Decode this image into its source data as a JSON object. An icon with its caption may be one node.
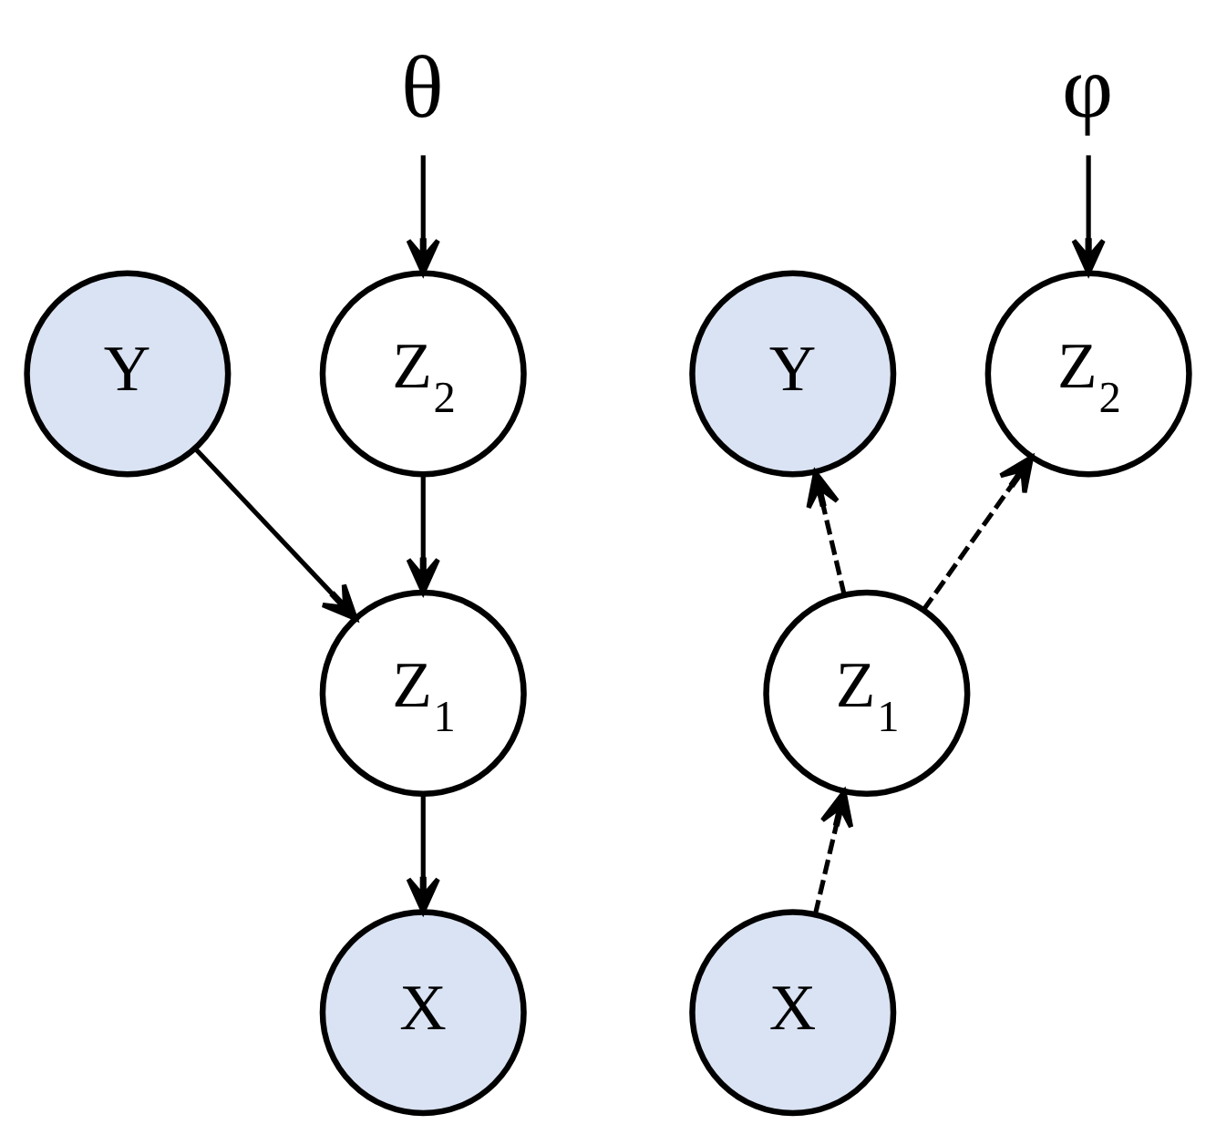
{
  "diagram": {
    "nodes": [
      {
        "text": [
          "θ"
        ]
      },
      {
        "text": [
          "Y"
        ]
      },
      {
        "text": [
          "Z$_{2}$"
        ]
      },
      {
        "text": [
          "Z$_{1}$"
        ]
      },
      {
        "text": [
          "X"
        ]
      },
      {
        "text": [
          "φ"
        ]
      },
      {
        "text": [
          "Y"
        ]
      },
      {
        "text": [
          "Z$_{2}$"
        ]
      },
      {
        "text": [
          "Z$_{1}$"
        ]
      },
      {
        "text": [
          "X"
        ]
      }
    ],
    "edges": [
      {
        "from": 0,
        "to": 2,
        "arrow": "to"
      },
      {
        "from": 1,
        "to": 3,
        "arrow": "to"
      },
      {
        "from": 2,
        "to": 3,
        "arrow": "to"
      },
      {
        "from": 3,
        "to": 4,
        "arrow": "to"
      },
      {
        "from": 5,
        "to": 7,
        "arrow": "to"
      },
      {
        "from": 8,
        "to": 6,
        "arrow": "to",
        "style": "dashed"
      },
      {
        "from": 8,
        "to": 7,
        "arrow": "to",
        "style": "dashed"
      },
      {
        "from": 9,
        "to": 8,
        "arrow": "to",
        "style": "dashed"
      }
    ]
  }
}
